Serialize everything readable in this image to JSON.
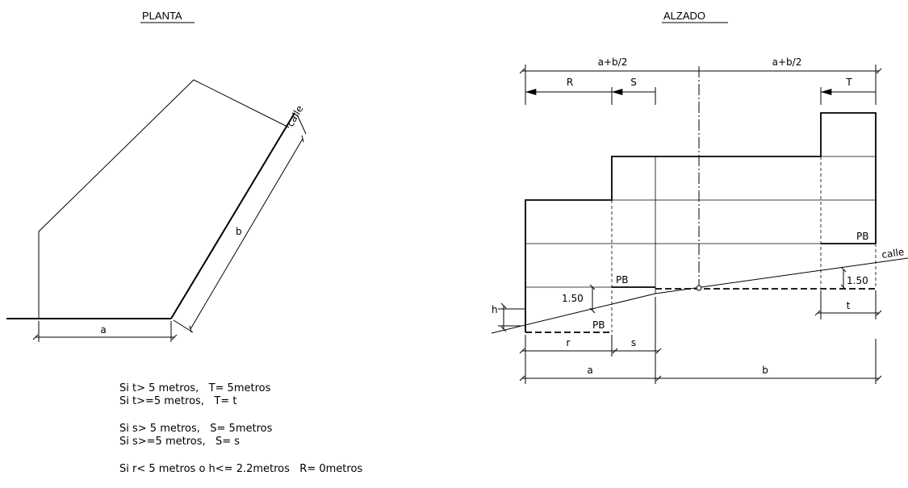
{
  "titles": {
    "plan": "PLANTA",
    "elevation": "ALZADO"
  },
  "plan": {
    "label_a": "a",
    "label_b": "b",
    "street": "calle"
  },
  "elevation": {
    "half_left": "a+b/2",
    "half_right": "a+b/2",
    "R": "R",
    "S": "S",
    "T": "T",
    "r": "r",
    "s": "s",
    "t": "t",
    "a": "a",
    "b": "b",
    "h": "h",
    "pb_upper_right": "PB",
    "pb_middle": "PB",
    "pb_lower": "PB",
    "dim_left_150": "1.50",
    "dim_right_150": "1.50",
    "street": "calle"
  },
  "rules": [
    "Si t> 5 metros,   T= 5metros",
    "Si t>=5 metros,   T= t",
    "Si s> 5 metros,   S= 5metros",
    "Si s>=5 metros,   S= s",
    "Si r< 5 metros o h<= 2.2metros   R= 0metros"
  ]
}
